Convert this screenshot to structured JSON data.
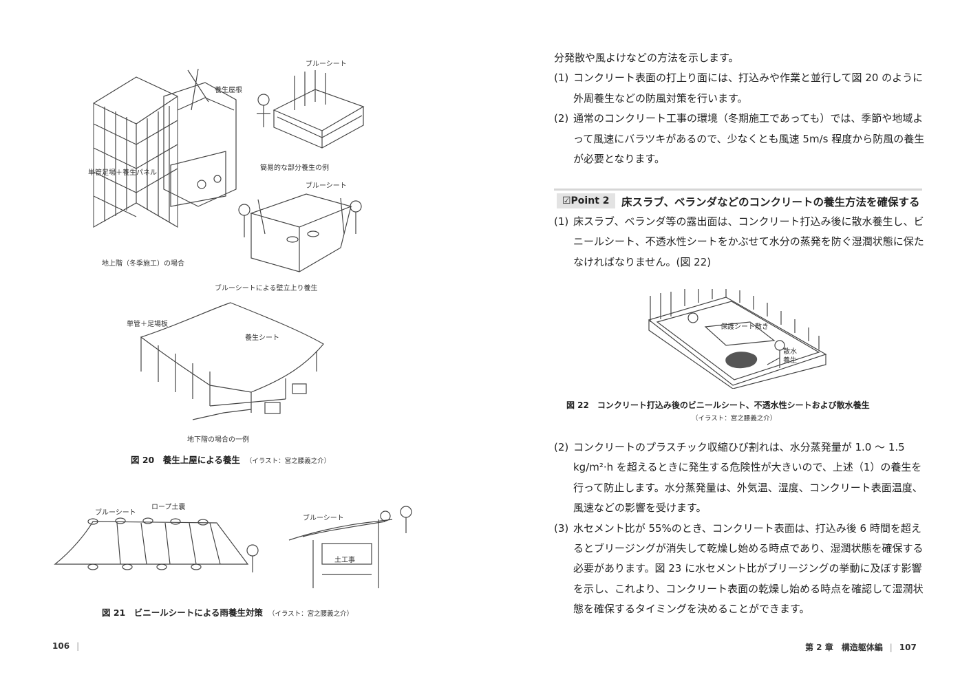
{
  "left_page": {
    "fig20": {
      "labels": {
        "blue_sheet_top": "ブルーシート",
        "curing_roof": "養生屋根",
        "scaffold_panel": "単管足場＋養生パネル",
        "simple_partial": "簡易的な部分養生の例",
        "blue_sheet_mid": "ブルーシート",
        "above_ground": "地上階（冬季施工）の場合",
        "blue_sheet_rise": "ブルーシートによる壁立上り養生",
        "pipe_plank": "単管＋足場板",
        "curing_sheet": "養生シート",
        "underground": "地下階の場合の一例"
      },
      "caption": "図 20　養生上屋による養生",
      "credit": "（イラスト：宮之腰義之介）"
    },
    "fig21": {
      "labels": {
        "blue_sheet_a": "ブルーシート",
        "rope_bag": "ロープ土嚢",
        "blue_sheet_b": "ブルーシート",
        "earthwork": "土工事"
      },
      "caption": "図 21　ビニールシートによる雨養生対策",
      "credit": "（イラスト：宮之腰義之介）"
    },
    "folio": "106"
  },
  "right_page": {
    "intro": "分発散や風よけなどの方法を示します。",
    "items_a": [
      {
        "num": "(1)",
        "text": "コンクリート表面の打上り面には、打込みや作業と並行して図 20 のように外周養生などの防風対策を行います。"
      },
      {
        "num": "(2)",
        "text": "通常のコンクリート工事の環境（冬期施工であっても）では、季節や地域よって風速にバラツキがあるので、少なくとも風速 5m/s 程度から防風の養生が必要となります。"
      }
    ],
    "point": {
      "tag": "☑Point 2",
      "title": "床スラブ、ベランダなどのコンクリートの養生方法を確保する"
    },
    "items_b": [
      {
        "num": "(1)",
        "text": "床スラブ、ベランダ等の露出面は、コンクリート打込み後に散水養生し、ビニールシート、不透水性シートをかぶせて水分の蒸発を防ぐ湿潤状態に保たなければなりません。(図 22)"
      }
    ],
    "fig22": {
      "labels": {
        "protect_sheet": "保護シート敷き",
        "sprinkle": "散水養生"
      },
      "caption": "図 22　コンクリート打込み後のビニールシート、不透水性シートおよび散水養生",
      "credit": "（イラスト：宮之腰義之介）"
    },
    "items_c": [
      {
        "num": "(2)",
        "text": "コンクリートのプラスチック収縮ひび割れは、水分蒸発量が 1.0 ～ 1.5 kg/m²·h を超えるときに発生する危険性が大きいので、上述（1）の養生を行って防止します。水分蒸発量は、外気温、湿度、コンクリート表面温度、風速などの影響を受けます。"
      },
      {
        "num": "(3)",
        "text": "水セメント比が 55%のとき、コンクリート表面は、打込み後 6 時間を超えるとブリージングが消失して乾燥し始める時点であり、湿潤状態を確保する必要があります。図 23 に水セメント比がブリージングの挙動に及ぼす影響を示し、これより、コンクリート表面の乾燥し始める時点を確認して湿潤状態を確保するタイミングを決めることができます。"
      }
    ],
    "folio_chapter": "第 2 章　構造躯体編",
    "folio": "107"
  }
}
